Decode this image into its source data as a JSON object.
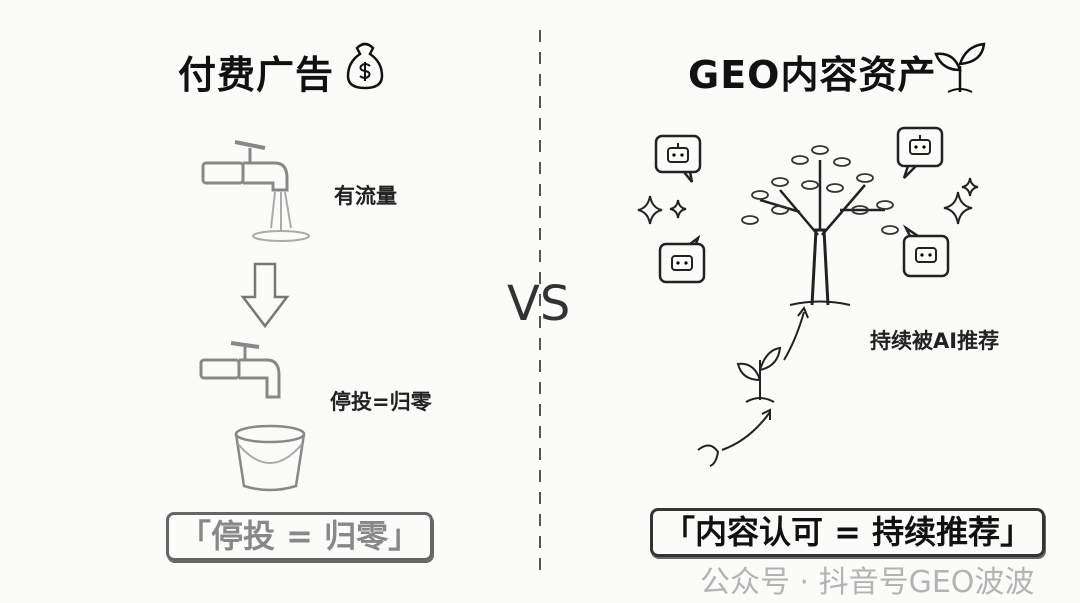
{
  "left": {
    "title": "付费广告",
    "title_icon": "money-bag-icon",
    "label_flow": "有流量",
    "label_stop": "停投=归零",
    "summary": "「停投 = 归零」"
  },
  "center": {
    "vs": "VS"
  },
  "right": {
    "title": "GEO内容资产",
    "title_icon": "sprout-icon",
    "label_recommend": "持续被AI推荐",
    "summary": "「内容认可 = 持续推荐」"
  },
  "watermark": "公众号 · 抖音号GEO波波",
  "colors": {
    "ink": "#111111",
    "faded": "#888888",
    "background": "#fbfbfa"
  }
}
